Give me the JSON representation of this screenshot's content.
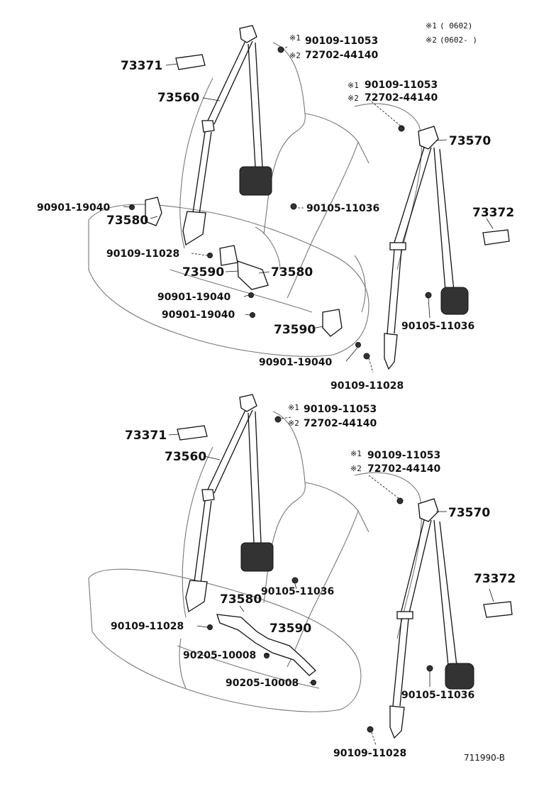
{
  "legend": {
    "note1_mark": "※1",
    "note1_range": "(      0602)",
    "note2_mark": "※2",
    "note2_range": "(0602-      )"
  },
  "upper": {
    "n1_mark": "※1",
    "n2_mark": "※2",
    "part_90109_11053_a": "90109-11053",
    "part_72702_44140_a": "72702-44140",
    "part_73371": "73371",
    "part_73560": "73560",
    "n1b_mark": "※1",
    "n2b_mark": "※2",
    "part_90109_11053_b": "90109-11053",
    "part_72702_44140_b": "72702-44140",
    "part_73570": "73570",
    "part_90901_19040_a": "90901-19040",
    "part_73580_a": "73580",
    "part_90105_11036_a": "90105-11036",
    "part_73372": "73372",
    "part_90109_11028_a": "90109-11028",
    "part_73590_a": "73590",
    "part_73580_b": "73580",
    "part_90901_19040_b": "90901-19040",
    "part_90901_19040_c": "90901-19040",
    "part_73590_b": "73590",
    "part_90105_11036_b": "90105-11036",
    "part_90901_19040_d": "90901-19040",
    "part_90109_11028_b": "90109-11028"
  },
  "lower": {
    "n1_mark": "※1",
    "n2_mark": "※2",
    "part_90109_11053_a": "90109-11053",
    "part_72702_44140_a": "72702-44140",
    "part_73371": "73371",
    "part_73560": "73560",
    "n1b_mark": "※1",
    "n2b_mark": "※2",
    "part_90109_11053_b": "90109-11053",
    "part_72702_44140_b": "72702-44140",
    "part_73570": "73570",
    "part_73372": "73372",
    "part_90105_11036_a": "90105-11036",
    "part_73580": "73580",
    "part_73590": "73590",
    "part_90109_11028_a": "90109-11028",
    "part_90205_10008_a": "90205-10008",
    "part_90205_10008_b": "90205-10008",
    "part_90105_11036_b": "90105-11036",
    "part_90109_11028_b": "90109-11028"
  },
  "footer": {
    "figure_code": "711990-B"
  }
}
